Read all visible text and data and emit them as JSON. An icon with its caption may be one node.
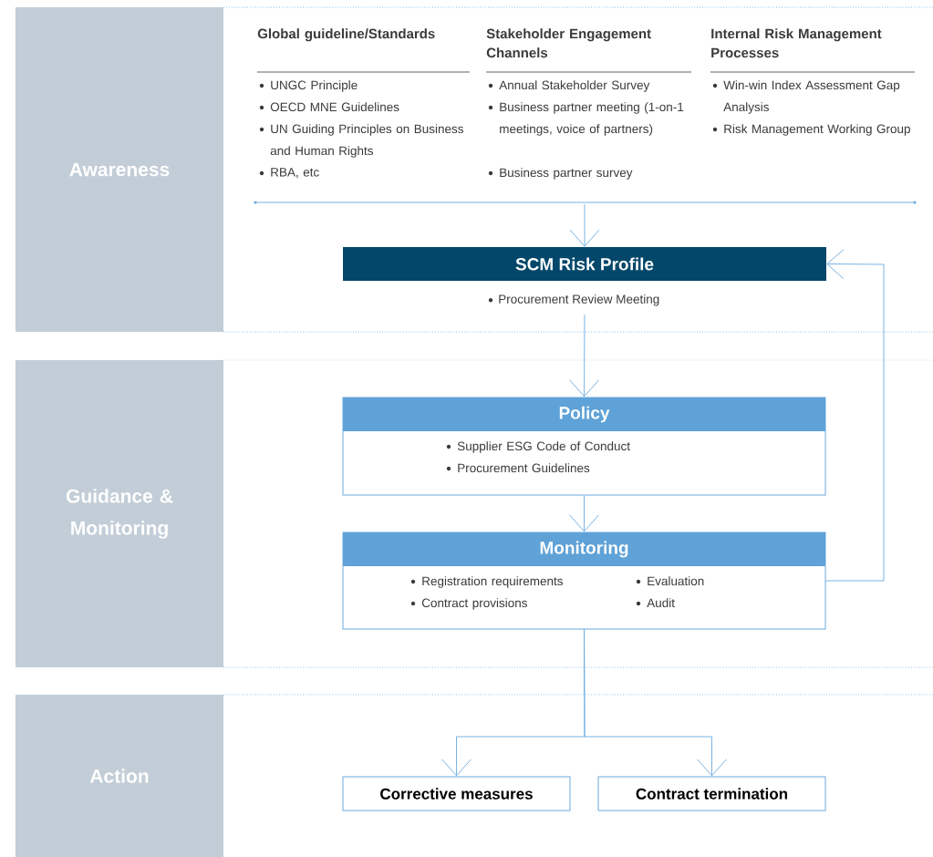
{
  "diagram": {
    "nodes": [
      {
        "text": [
          "Awareness"
        ]
      },
      {
        "text": [
          "Guidance & Monitoring"
        ]
      },
      {
        "text": [
          "Action"
        ]
      },
      {
        "text": [
          "Global guideline/Standards",
          "UNGC Principle",
          "OECD MNE Guidelines",
          "UN Guiding Principles on Business and Human Rights",
          "RBA, etc"
        ]
      },
      {
        "text": [
          "Stakeholder Engagement Channels",
          "Annual Stakeholder Survey",
          "Business partner meeting (1-on-1 meetings, voice of partners)",
          "Business partner survey"
        ]
      },
      {
        "text": [
          "Internal Risk Management Processes",
          "Win-win Index Assessment Gap Analysis",
          "Risk Management Working Group"
        ]
      },
      {
        "text": [],
        "shape": "bar"
      },
      {
        "text": [
          "SCM Risk Profile"
        ],
        "beside": [
          "Procurement Review Meeting"
        ]
      },
      {
        "text": [
          "Policy",
          "Supplier ESG Code of Conduct",
          "Procurement Guidelines"
        ]
      },
      {
        "text": [
          "Monitoring",
          "Registration requirements",
          "Contract provisions",
          "Evaluation",
          "Audit"
        ]
      },
      {
        "text": [
          "Corrective measures"
        ]
      },
      {
        "text": [
          "Contract termination"
        ]
      }
    ],
    "edges": [
      {
        "from": 6,
        "to": 7,
        "arrow": "to"
      },
      {
        "from": 7,
        "to": 8,
        "arrow": "to"
      },
      {
        "from": 8,
        "to": 9,
        "arrow": "to"
      },
      {
        "from": 9,
        "to": 7,
        "arrow": "to"
      },
      {
        "from": 9,
        "to": 10,
        "arrow": "to"
      },
      {
        "from": 9,
        "to": 11,
        "arrow": "to"
      }
    ]
  }
}
